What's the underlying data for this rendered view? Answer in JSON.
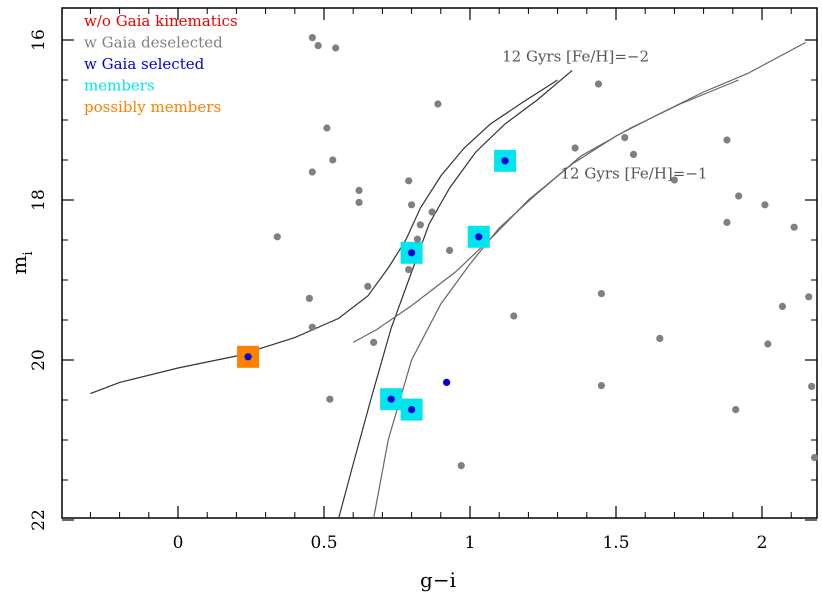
{
  "chart_data": {
    "type": "scatter",
    "xlabel": "g−i",
    "ylabel": "m",
    "ylabel_sub": "i",
    "xlim": [
      -0.4,
      2.2
    ],
    "ylim": [
      22,
      15.7
    ],
    "y_inverted": true,
    "grid": false,
    "legend_position": "top-left",
    "x_ticks": [
      "0",
      "0.5",
      "1",
      "1.5",
      "2"
    ],
    "x_tick_values": [
      0,
      0.5,
      1,
      1.5,
      2
    ],
    "y_ticks": [
      "16",
      "18",
      "20",
      "22"
    ],
    "y_tick_values": [
      16,
      18,
      20,
      22
    ],
    "legend": [
      {
        "label": "w/o Gaia kinematics",
        "color": "#ee0000"
      },
      {
        "label": "w Gaia deselected",
        "color": "#808080"
      },
      {
        "label": "w Gaia selected",
        "color": "#0000dd"
      },
      {
        "label": "members",
        "color": "#00e5ee"
      },
      {
        "label": "possibly members",
        "color": "#ff7f00"
      }
    ],
    "isochrone_labels": [
      {
        "text": "12 Gyrs [Fe/H]=−2",
        "x": 1.11,
        "y": 16.27
      },
      {
        "text": "12 Gyrs [Fe/H]=−1",
        "x": 1.31,
        "y": 17.73
      }
    ],
    "series": [
      {
        "name": "w Gaia deselected",
        "color": "#808080",
        "marker": "dot",
        "points": [
          [
            0.46,
            15.97
          ],
          [
            0.48,
            16.07
          ],
          [
            0.54,
            16.1
          ],
          [
            1.44,
            16.55
          ],
          [
            0.89,
            16.8
          ],
          [
            0.51,
            17.1
          ],
          [
            1.53,
            17.22
          ],
          [
            1.36,
            17.35
          ],
          [
            1.56,
            17.43
          ],
          [
            1.88,
            17.25
          ],
          [
            0.53,
            17.5
          ],
          [
            0.46,
            17.65
          ],
          [
            1.7,
            17.75
          ],
          [
            0.79,
            17.76
          ],
          [
            0.62,
            17.88
          ],
          [
            0.62,
            18.03
          ],
          [
            0.8,
            18.06
          ],
          [
            1.92,
            17.95
          ],
          [
            2.01,
            18.06
          ],
          [
            0.87,
            18.15
          ],
          [
            0.83,
            18.31
          ],
          [
            0.34,
            18.46
          ],
          [
            0.82,
            18.49
          ],
          [
            1.88,
            18.28
          ],
          [
            2.11,
            18.34
          ],
          [
            0.93,
            18.63
          ],
          [
            0.79,
            18.87
          ],
          [
            0.65,
            19.08
          ],
          [
            0.45,
            19.23
          ],
          [
            1.45,
            19.17
          ],
          [
            2.07,
            19.33
          ],
          [
            2.16,
            19.21
          ],
          [
            1.15,
            19.45
          ],
          [
            0.46,
            19.59
          ],
          [
            0.67,
            19.78
          ],
          [
            1.65,
            19.73
          ],
          [
            2.02,
            19.8
          ],
          [
            1.45,
            20.32
          ],
          [
            2.17,
            20.33
          ],
          [
            0.52,
            20.49
          ],
          [
            1.91,
            20.62
          ],
          [
            0.97,
            21.32
          ],
          [
            2.18,
            21.22
          ]
        ]
      },
      {
        "name": "w Gaia selected",
        "color": "#0000dd",
        "marker": "dot",
        "points": [
          [
            0.92,
            20.28
          ]
        ]
      },
      {
        "name": "members",
        "color": "#00e5ee",
        "marker": "square",
        "points": [
          [
            1.12,
            17.51
          ],
          [
            0.8,
            18.66
          ],
          [
            1.03,
            18.46
          ],
          [
            0.73,
            20.49
          ],
          [
            0.8,
            20.62
          ]
        ]
      },
      {
        "name": "possibly members",
        "color": "#ff7f00",
        "marker": "square",
        "points": [
          [
            0.24,
            19.96
          ]
        ]
      }
    ],
    "isochrones": [
      {
        "name": "12 Gyrs [Fe/H]=−2 (branch 1)",
        "color": "#333333",
        "points": [
          [
            -0.3,
            20.42
          ],
          [
            -0.2,
            20.28
          ],
          [
            0,
            20.1
          ],
          [
            0.2,
            19.95
          ],
          [
            0.4,
            19.72
          ],
          [
            0.55,
            19.48
          ],
          [
            0.65,
            19.2
          ],
          [
            0.72,
            18.85
          ],
          [
            0.78,
            18.5
          ],
          [
            0.83,
            18.1
          ],
          [
            0.9,
            17.7
          ],
          [
            0.98,
            17.35
          ],
          [
            1.07,
            17.05
          ],
          [
            1.18,
            16.78
          ],
          [
            1.3,
            16.5
          ]
        ]
      },
      {
        "name": "12 Gyrs [Fe/H]=−2 (branch 2)",
        "color": "#333333",
        "points": [
          [
            0.55,
            21.98
          ],
          [
            0.6,
            21.3
          ],
          [
            0.66,
            20.5
          ],
          [
            0.73,
            19.6
          ],
          [
            0.8,
            18.9
          ],
          [
            0.86,
            18.3
          ],
          [
            0.93,
            17.85
          ],
          [
            1.02,
            17.4
          ],
          [
            1.12,
            17.05
          ],
          [
            1.23,
            16.75
          ],
          [
            1.35,
            16.38
          ]
        ]
      },
      {
        "name": "12 Gyrs [Fe/H]=−1 (branch 1)",
        "color": "#666666",
        "points": [
          [
            0.6,
            19.78
          ],
          [
            0.68,
            19.62
          ],
          [
            0.8,
            19.32
          ],
          [
            0.95,
            18.9
          ],
          [
            1.08,
            18.45
          ],
          [
            1.2,
            18.0
          ],
          [
            1.35,
            17.55
          ],
          [
            1.5,
            17.2
          ],
          [
            1.65,
            16.92
          ],
          [
            1.8,
            16.65
          ],
          [
            1.95,
            16.42
          ],
          [
            2.15,
            16.03
          ]
        ]
      },
      {
        "name": "12 Gyrs [Fe/H]=−1 (branch 2)",
        "color": "#666666",
        "points": [
          [
            0.67,
            21.98
          ],
          [
            0.72,
            21.0
          ],
          [
            0.8,
            20.0
          ],
          [
            0.9,
            19.3
          ],
          [
            1.0,
            18.8
          ],
          [
            1.1,
            18.35
          ],
          [
            1.22,
            17.95
          ],
          [
            1.38,
            17.45
          ],
          [
            1.55,
            17.1
          ],
          [
            1.72,
            16.8
          ],
          [
            1.92,
            16.5
          ]
        ]
      }
    ]
  }
}
